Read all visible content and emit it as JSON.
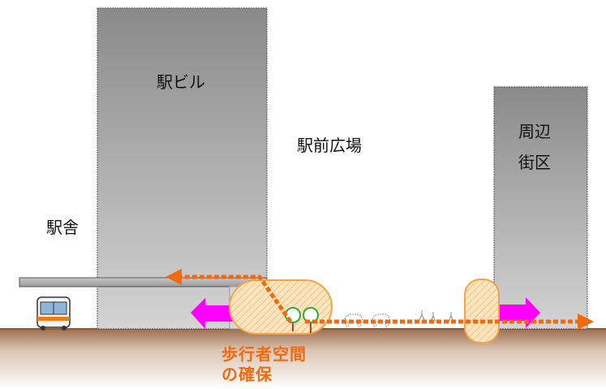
{
  "labels": {
    "station_building": "駅ビル",
    "station_plaza": "駅前広場",
    "street_block_line1": "周辺",
    "street_block_line2": "街区",
    "station_house": "駅舎",
    "pedestrian_line1": "歩行者空間",
    "pedestrian_line2": "の確保"
  },
  "colors": {
    "building_top": "#8a8a8a",
    "building_bottom": "#d4d4d4",
    "ground_top": "#9a6a48",
    "ground_bottom": "#ffffff",
    "pedestrian_zone_fill": "#fbe4c0",
    "pedestrian_zone_stroke": "#f5a34a",
    "route_arrow": "#f26a10",
    "widening_arrow": "#ff00ff",
    "tree": "#33aa33"
  },
  "icons": [
    "bus-icon",
    "tree-icon",
    "car-icon",
    "pedestrian-icon"
  ]
}
